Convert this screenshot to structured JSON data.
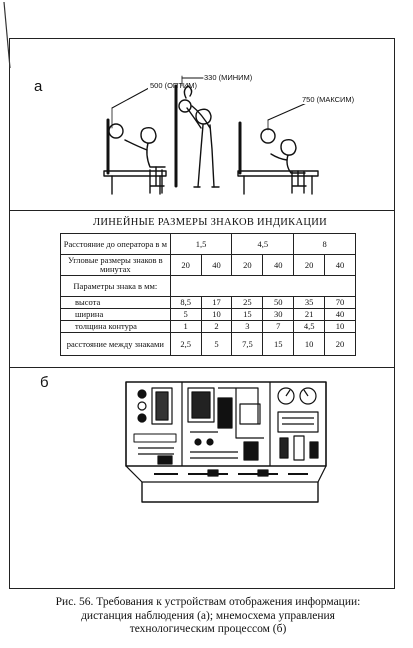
{
  "panel_a_label": "а",
  "panel_b_label": "б",
  "distance_labels": [
    "500 (ОПТИМ)",
    "330 (МИНИМ)",
    "750 (МАКСИМ)"
  ],
  "table": {
    "title": "ЛИНЕЙНЫЕ РАЗМЕРЫ ЗНАКОВ ИНДИКАЦИИ",
    "distance_header": "Расстояние до оператора в м",
    "distances": [
      "1,5",
      "4,5",
      "8"
    ],
    "angle_header": "Угловые размеры знаков в минутах",
    "angles": [
      "20",
      "40",
      "20",
      "40",
      "20",
      "40"
    ],
    "params_header": "Параметры знака в мм:",
    "rows": [
      {
        "label": "высота",
        "values": [
          "8,5",
          "17",
          "25",
          "50",
          "35",
          "70"
        ]
      },
      {
        "label": "ширина",
        "values": [
          "5",
          "10",
          "15",
          "30",
          "21",
          "40"
        ]
      },
      {
        "label": "толщина контура",
        "values": [
          "1",
          "2",
          "3",
          "7",
          "4,5",
          "10"
        ]
      },
      {
        "label": "расстояние между знаками",
        "values": [
          "2,5",
          "5",
          "7,5",
          "15",
          "10",
          "20"
        ]
      }
    ]
  },
  "caption": {
    "line1": "Рис. 56. Требования к устройствам отображения информации:",
    "line2": "дистанция наблюдения (а); мнемосхема управления",
    "line3": "технологическим процессом (б)"
  }
}
